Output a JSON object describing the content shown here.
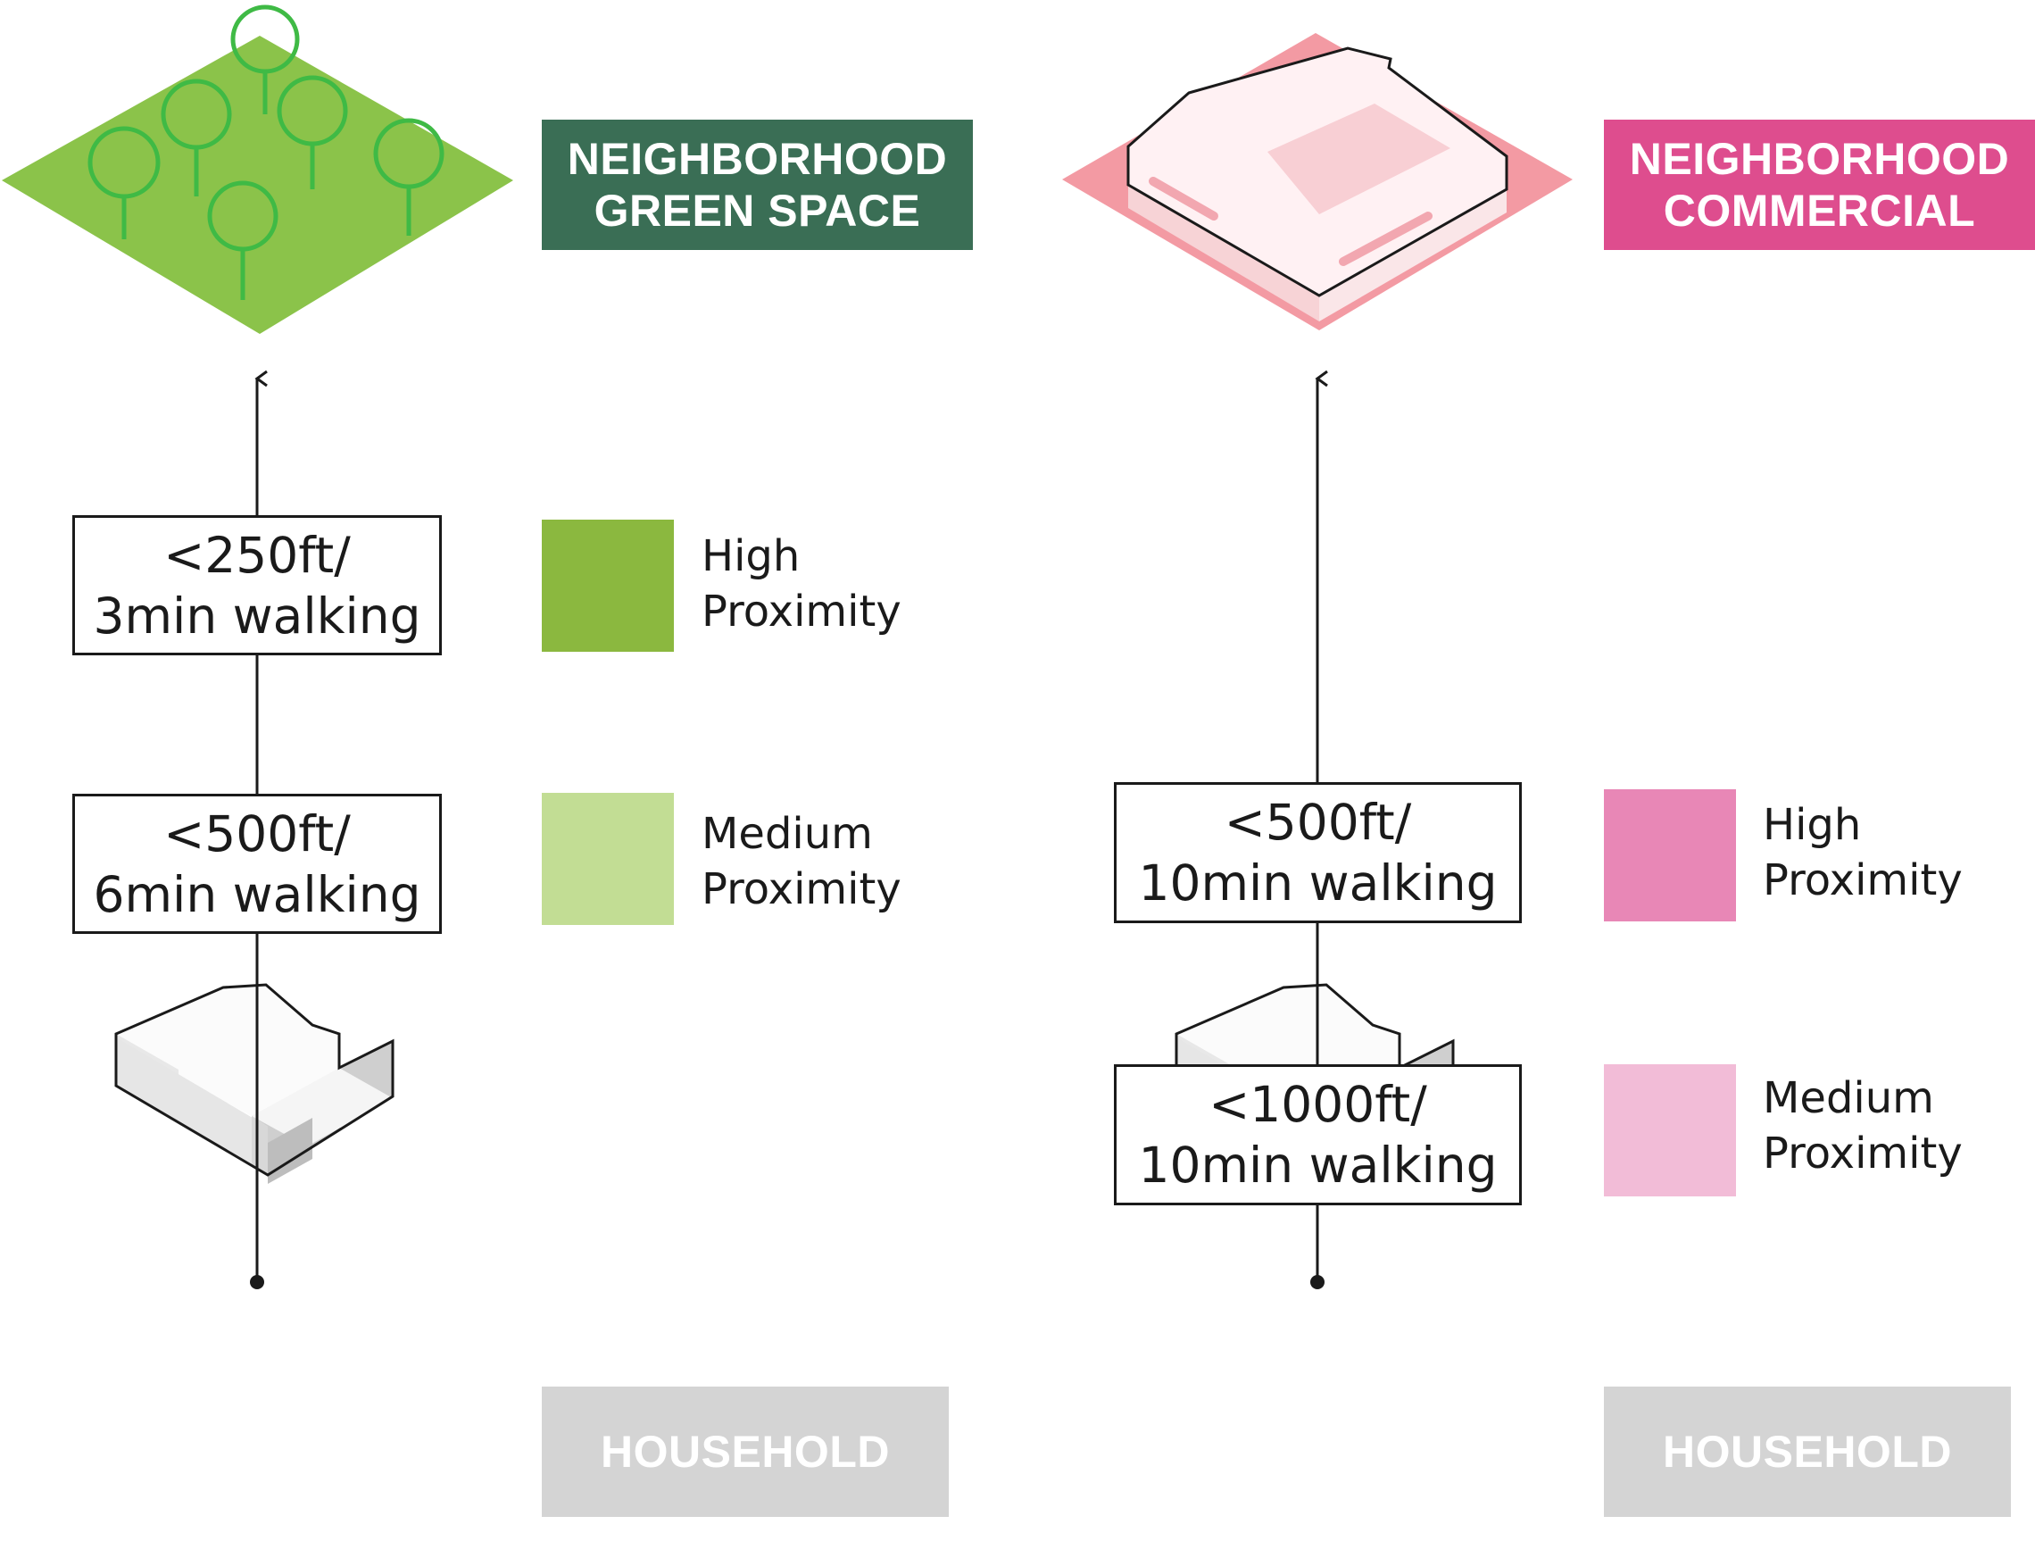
{
  "colors": {
    "green_dark": "#3a6e55",
    "green_high": "#8bb83f",
    "green_medium": "#c2dd94",
    "green_lawn": "#8bc34a",
    "green_tree": "#3fba45",
    "pink_title": "#de4d8e",
    "pink_high": "#e887b6",
    "pink_medium": "#f2bcd7",
    "pink_lot": "#f39aa3",
    "household_gray": "#d4d4d4"
  },
  "green_space": {
    "title_line1": "NEIGHBORHOOD",
    "title_line2": "GREEN SPACE",
    "icon": "park-trees-icon",
    "high": {
      "distance": "<250ft/",
      "time": "3min walking",
      "legend_line1": "High",
      "legend_line2": "Proximity"
    },
    "medium": {
      "distance": "<500ft/",
      "time": "6min walking",
      "legend_line1": "Medium",
      "legend_line2": "Proximity"
    },
    "household": {
      "label": "HOUSEHOLD",
      "icon": "house-icon"
    }
  },
  "commercial": {
    "title_line1": "NEIGHBORHOOD",
    "title_line2": "COMMERCIAL",
    "icon": "commercial-building-icon",
    "high": {
      "distance": "<500ft/",
      "time": "10min walking",
      "legend_line1": "High",
      "legend_line2": "Proximity"
    },
    "medium": {
      "distance": "<1000ft/",
      "time": "10min walking",
      "legend_line1": "Medium",
      "legend_line2": "Proximity"
    },
    "household": {
      "label": "HOUSEHOLD",
      "icon": "house-icon"
    }
  }
}
